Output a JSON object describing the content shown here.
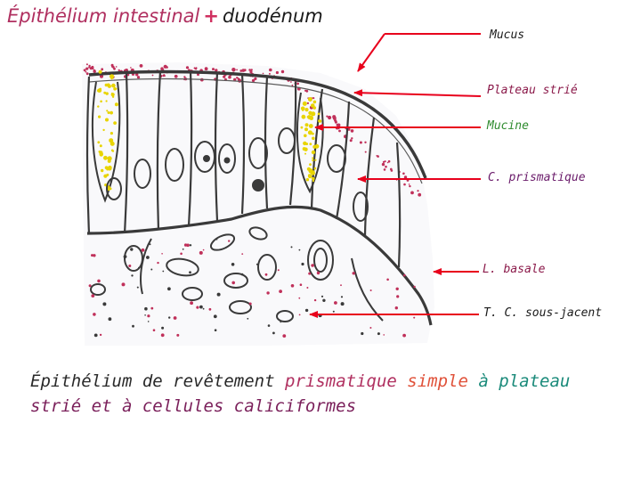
{
  "title": {
    "part1": "Épithélium intestinal",
    "plus": "+",
    "part2": "duodénum",
    "colors": {
      "part1": "#b03060",
      "plus": "#d03060",
      "part2": "#1a1a1a"
    }
  },
  "labels": [
    {
      "id": "mucus",
      "text": "Mucus",
      "color": "#1a1a1a"
    },
    {
      "id": "plateau",
      "text": "Plateau strié",
      "color": "#8b1a4a"
    },
    {
      "id": "mucine",
      "text": "Mucine",
      "color": "#2e8b2e"
    },
    {
      "id": "prismatique",
      "text": "C. prismatique",
      "color": "#6a1b6a"
    },
    {
      "id": "basale",
      "text": "L. basale",
      "color": "#8b1a4a"
    },
    {
      "id": "sous-jacent",
      "text": "T. C. sous-jacent",
      "color": "#1a1a1a"
    }
  ],
  "caption": {
    "segments": [
      {
        "text": "Épithélium de revêtement",
        "color": "#2a2a2a"
      },
      {
        "text": "prismatique",
        "color": "#b03060"
      },
      {
        "text": "simple",
        "color": "#e0523a"
      },
      {
        "text": "à plateau",
        "color": "#1a8a7a"
      },
      {
        "text": "strié et à cellules caliciformes",
        "color": "#7a1f5a"
      }
    ]
  },
  "colors": {
    "arrow": "#e8001c",
    "outline": "#3a3a3a",
    "mucus_dots": "#c0305a",
    "mucine_dots": "#e8d400"
  }
}
